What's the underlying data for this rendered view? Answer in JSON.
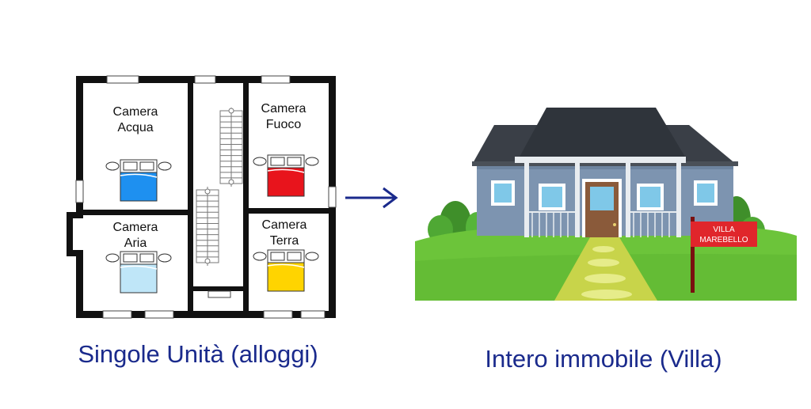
{
  "floor_plan": {
    "rooms": [
      {
        "line1": "Camera",
        "line2": "Acqua",
        "bed_color": "#1e90f0"
      },
      {
        "line1": "Camera",
        "line2": "Fuoco",
        "bed_color": "#e8141c"
      },
      {
        "line1": "Camera",
        "line2": "Aria",
        "bed_color": "#bfe6f8"
      },
      {
        "line1": "Camera",
        "line2": "Terra",
        "bed_color": "#ffd400"
      }
    ]
  },
  "captions": {
    "left": "Singole Unità (alloggi)",
    "right": "Intero immobile (Villa)"
  },
  "sign": {
    "line1": "VILLA",
    "line2": "MAREBELLO"
  },
  "colors": {
    "caption": "#1a2a8c",
    "arrow": "#1a2a8c",
    "wall": "#111111",
    "roof": "#3a3f47",
    "house_wall": "#7d94b0",
    "lawn": "#6cc43a",
    "sign": "#e0262b"
  },
  "arrow_icon": "arrow-right-icon"
}
